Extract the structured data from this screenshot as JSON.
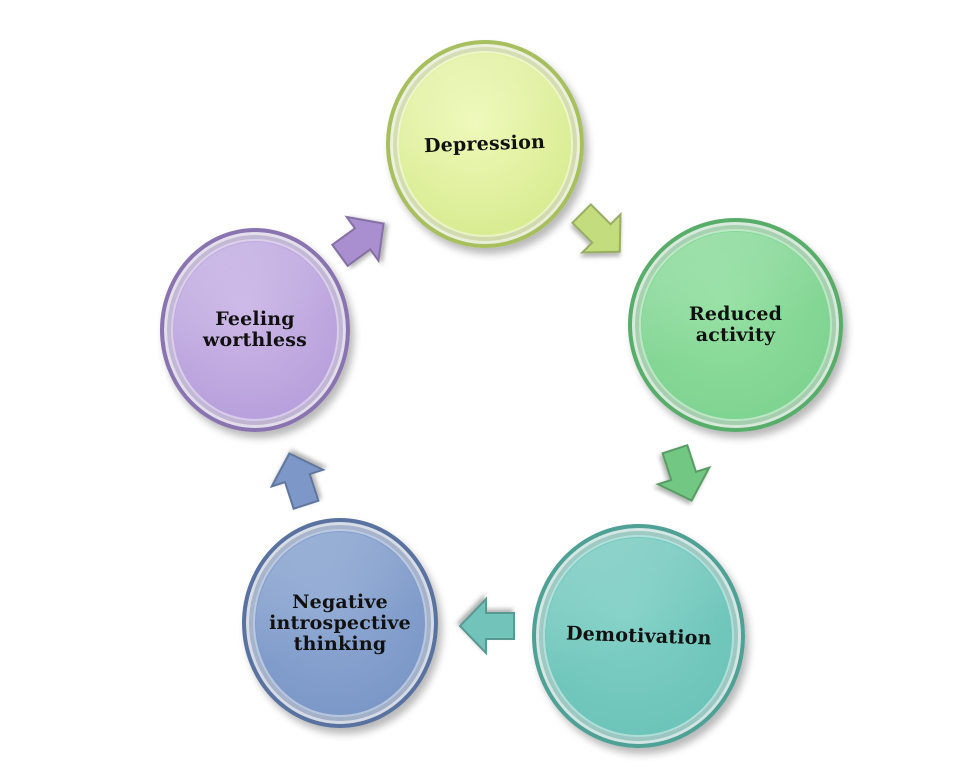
{
  "diagram": {
    "type": "cycle",
    "nodes": [
      {
        "id": "depression",
        "label": "Depression",
        "color": "#d8ec92"
      },
      {
        "id": "reduced-activity",
        "label": "Reduced\nactivity",
        "color": "#7fd391"
      },
      {
        "id": "demotivation",
        "label": "Demotivation",
        "color": "#6dc4b9"
      },
      {
        "id": "negative-introspective-thinking",
        "label": "Negative\nintrospective\nthinking",
        "color": "#7c98c7"
      },
      {
        "id": "feeling-worthless",
        "label": "Feeling\nworthless",
        "color": "#b8a1dc"
      }
    ],
    "edges": [
      {
        "from": "depression",
        "to": "reduced-activity",
        "color": "#c3dc7e"
      },
      {
        "from": "reduced-activity",
        "to": "demotivation",
        "color": "#72c782"
      },
      {
        "from": "demotivation",
        "to": "negative-introspective-thinking",
        "color": "#72c4ba"
      },
      {
        "from": "negative-introspective-thinking",
        "to": "feeling-worthless",
        "color": "#7b97c8"
      },
      {
        "from": "feeling-worthless",
        "to": "depression",
        "color": "#a98fd0"
      }
    ]
  }
}
